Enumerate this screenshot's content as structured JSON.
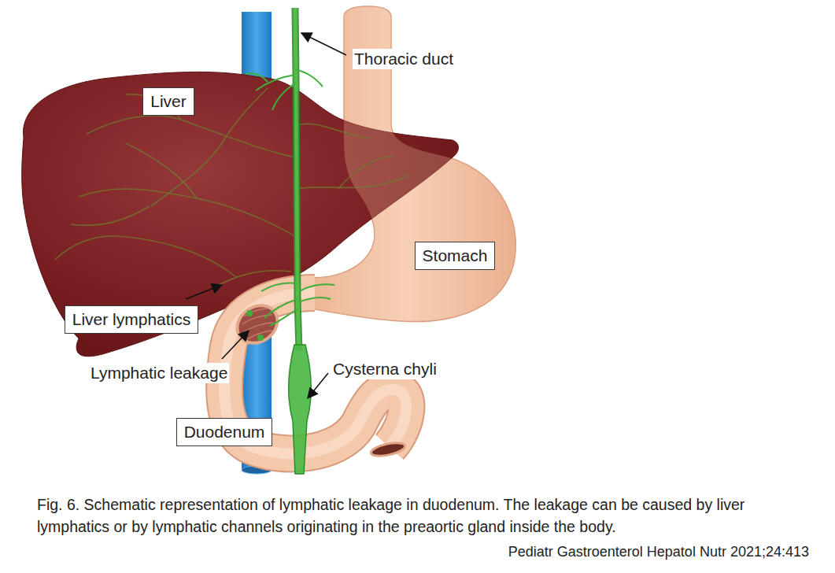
{
  "diagram": {
    "caption": "Fig. 6. Schematic representation of lymphatic leakage in duodenum. The leakage can be caused by liver lymphatics or by lymphatic channels originating in the preaortic gland inside the body.",
    "nodes": [
      {
        "text": [
          "Liver"
        ]
      },
      {
        "text": [
          "Stomach"
        ]
      },
      {
        "text": [
          "Liver lymphatics"
        ]
      },
      {
        "text": [
          "Duodenum"
        ]
      }
    ],
    "labels": [
      "Thoracic duct",
      "Lymphatic leakage",
      "Cysterna chyli",
      "Pediatr Gastroenterol Hepatol Nutr 2021;24:413"
    ]
  }
}
